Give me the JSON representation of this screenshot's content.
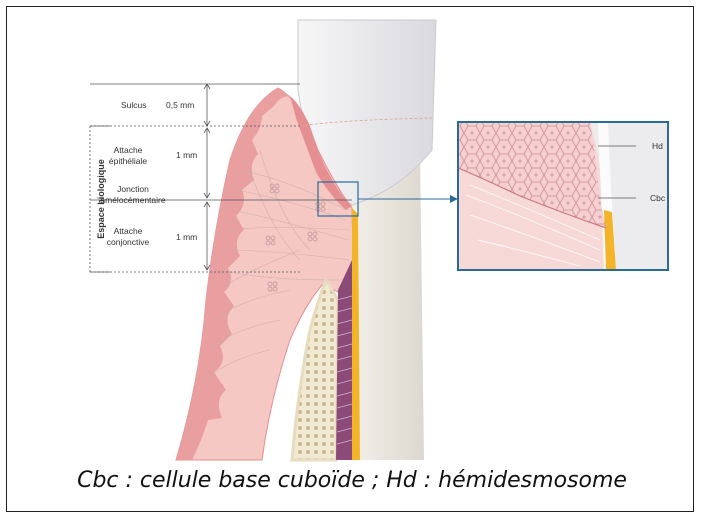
{
  "labels": {
    "sulcus": "Sulcus",
    "sulcus_value": "0,5 mm",
    "epithelial_line1": "Attache",
    "epithelial_line2": "épithéliale",
    "epithelial_value": "1 mm",
    "junction_line1": "Jonction",
    "junction_line2": "amélocémentaire",
    "connective_line1": "Attache",
    "connective_line2": "conjonctive",
    "connective_value": "1 mm",
    "biological_space": "Espace biologique",
    "hd": "Hd",
    "cbc": "Cbc"
  },
  "caption": "Cbc : cellule base cuboïde ; Hd : hémidesmosome",
  "colors": {
    "gingiva": "#f4c6c2",
    "epithelium": "#e58f92",
    "enamel": "#ececef",
    "cementum": "#f2b52a",
    "bone": "#efe6cf",
    "ligament": "#8c4a78",
    "inset_border": "#2b6a96"
  }
}
